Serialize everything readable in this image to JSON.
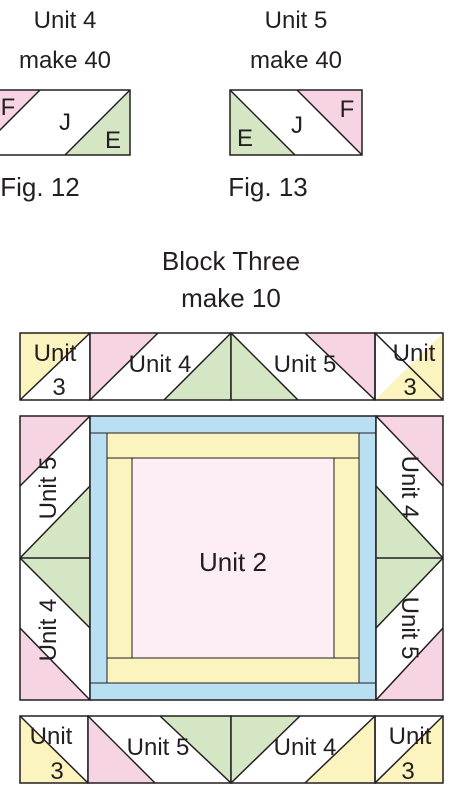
{
  "colors": {
    "pink": "#f7d4e4",
    "green": "#d5e6c4",
    "yellow": "#fbf4be",
    "blue": "#b9dff3",
    "center": "#fdeef5",
    "white": "#ffffff",
    "line": "#231f20"
  },
  "fig12": {
    "unit": "Unit 4",
    "make": "make 40",
    "caption": "Fig. 12",
    "f": "F",
    "j": "J",
    "e": "E"
  },
  "fig13": {
    "unit": "Unit 5",
    "make": "make 40",
    "caption": "Fig. 13",
    "f": "F",
    "j": "J",
    "e": "E"
  },
  "block": {
    "title": "Block Three",
    "make": "make 10",
    "top": {
      "left_unit": "Unit",
      "left_num": "3",
      "a": "Unit 4",
      "b": "Unit 5",
      "right_unit": "Unit",
      "right_num": "3"
    },
    "left_side": {
      "top": "Unit 5",
      "bottom": "Unit 4"
    },
    "center": "Unit 2",
    "right_side": {
      "top": "Unit 4",
      "bottom": "Unit 5"
    },
    "bottom": {
      "left_unit": "Unit",
      "left_num": "3",
      "a": "Unit 5",
      "b": "Unit 4",
      "right_unit": "Unit",
      "right_num": "3"
    }
  }
}
